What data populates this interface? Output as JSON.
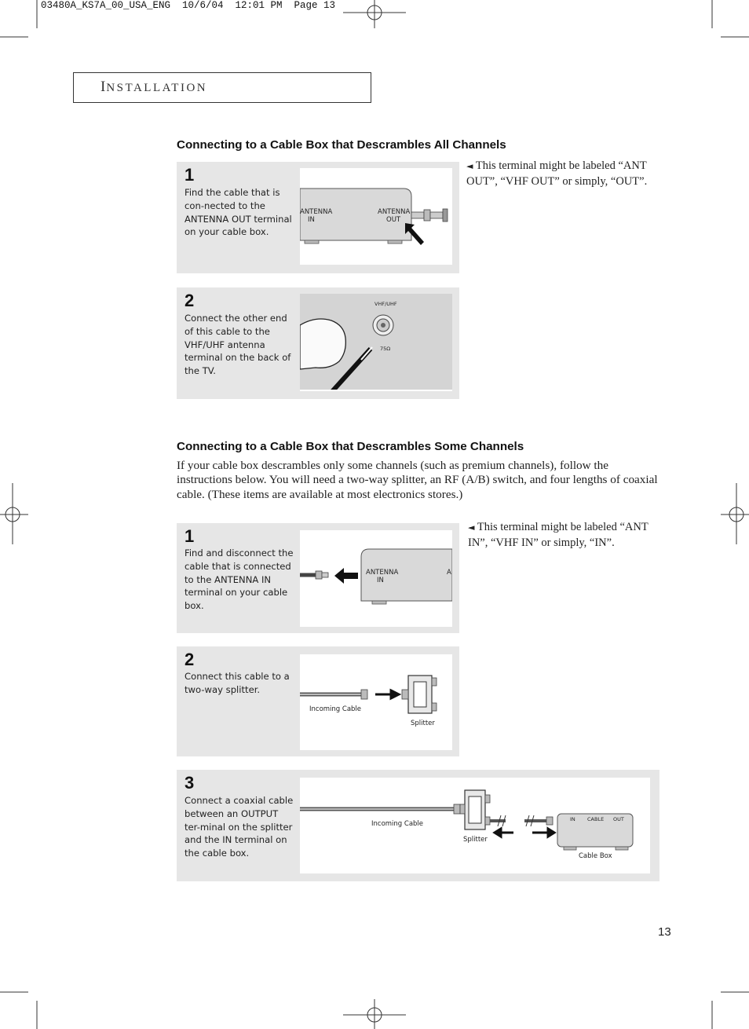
{
  "print_header": "03480A_KS7A_00_USA_ENG  10/6/04  12:01 PM  Page 13",
  "section": {
    "first_letter": "I",
    "rest": "NSTALLATION"
  },
  "part_all": {
    "title": "Connecting to a Cable Box that Descrambles All Channels",
    "steps": [
      {
        "num": "1",
        "text": "Find the cable that is con-nected to the ANTENNA OUT terminal on your cable box.",
        "labels": {
          "antenna_in": "ANTENNA\nIN",
          "antenna_out": "ANTENNA\nOUT"
        }
      },
      {
        "num": "2",
        "text": "Connect the other end of this cable to the VHF/UHF antenna terminal on the back of the TV.",
        "labels": {
          "vhf": "VHF/UHF",
          "ohm": "75Ω"
        }
      }
    ],
    "note": {
      "arrow": "◄",
      "text": "This terminal might be labeled “ANT OUT”, “VHF OUT” or simply, “OUT”."
    }
  },
  "part_some": {
    "title": "Connecting to a Cable Box that Descrambles Some Channels",
    "intro": "If your cable box descrambles only some channels (such as premium channels), follow the instructions below. You will need a two-way splitter, an RF (A/B) switch, and four lengths of coaxial cable. (These items are available at most electronics stores.)",
    "steps": [
      {
        "num": "1",
        "text": "Find and disconnect the cable that is connected to the ANTENNA IN terminal on your cable box.",
        "labels": {
          "antenna_in": "ANTENNA\nIN",
          "cut": "A"
        }
      },
      {
        "num": "2",
        "text": "Connect this cable to a two-way splitter.",
        "labels": {
          "incoming": "Incoming Cable",
          "splitter": "Splitter"
        }
      },
      {
        "num": "3",
        "text": "Connect a coaxial cable between an OUTPUT ter-minal on the splitter and the IN terminal on the cable box.",
        "labels": {
          "incoming": "Incoming Cable",
          "splitter": "Splitter",
          "in": "IN",
          "cable": "CABLE",
          "out": "OUT",
          "cable_box": "Cable Box"
        }
      }
    ],
    "note": {
      "arrow": "◄",
      "text": "This terminal might be labeled “ANT IN”, “VHF IN” or simply, “IN”."
    }
  },
  "page_number": "13"
}
